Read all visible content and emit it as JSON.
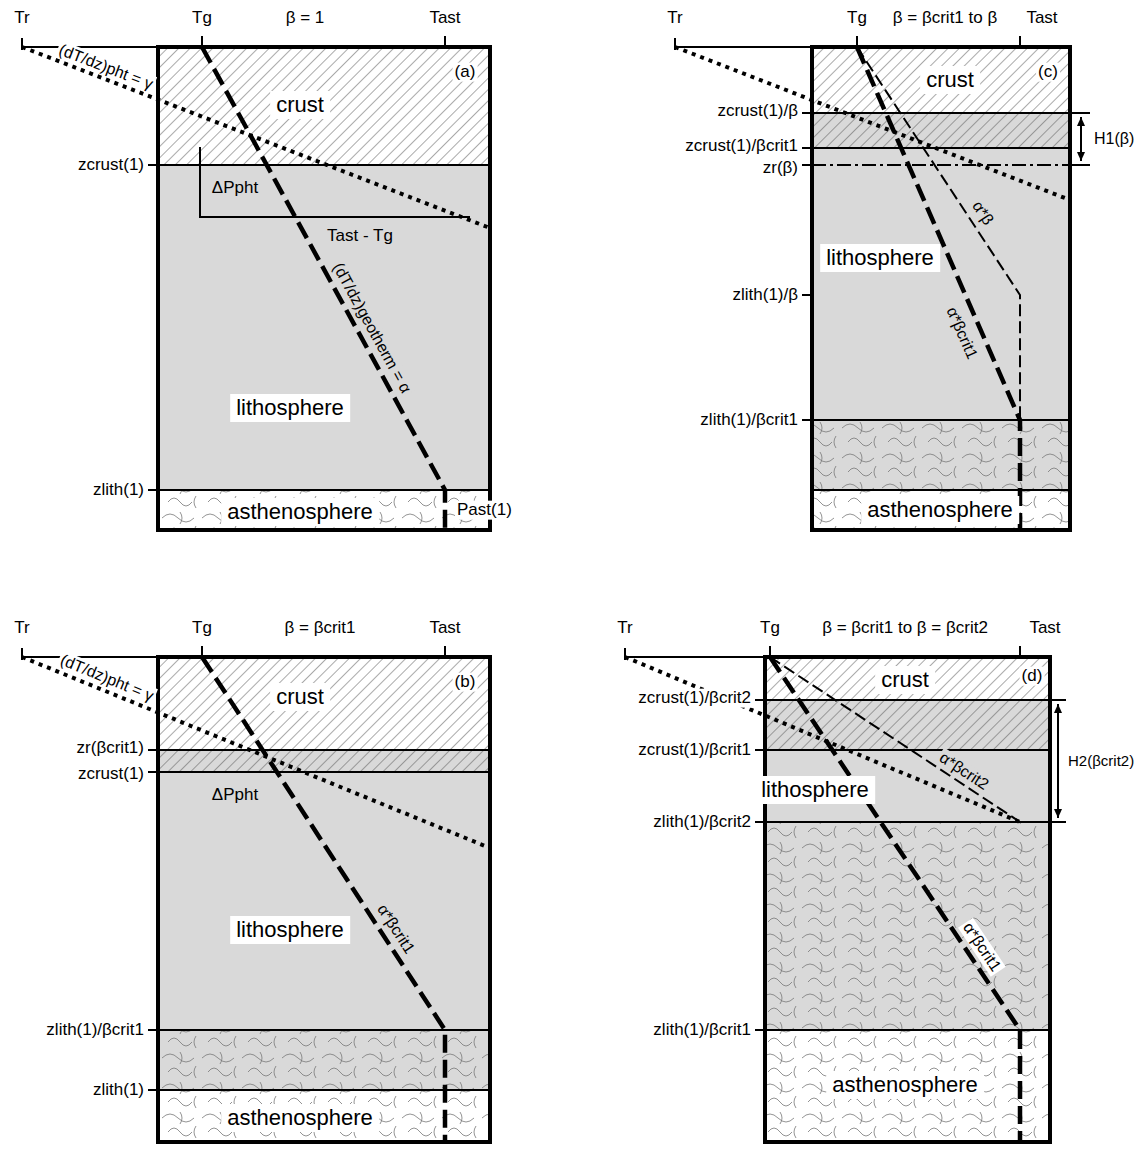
{
  "diagram": {
    "nodes": [
      {
        "text": [
          "crust"
        ]
      },
      {
        "text": [
          "lithosphere"
        ]
      },
      {
        "text": [
          "asthenosphere"
        ]
      },
      {
        "text": [
          "crust"
        ]
      },
      {
        "text": [
          "lithosphere"
        ]
      },
      {
        "text": [
          "asthenosphere"
        ]
      },
      {
        "text": [
          "crust"
        ]
      },
      {
        "text": [
          "lithosphere"
        ]
      },
      {
        "text": [
          "asthenosphere"
        ]
      },
      {
        "text": [
          "crust"
        ]
      },
      {
        "text": [
          "lithosphere"
        ]
      },
      {
        "text": [
          "asthenosphere"
        ]
      }
    ],
    "labels": [
      "Tr",
      "Tg",
      "β = 1",
      "Tast",
      "(a)",
      "(dT/dz)pht = γ",
      "zcrust(1)",
      "ΔPpht",
      "Tast - Tg",
      "(dT/dz)geotherm = α",
      "zlith(1)",
      "Past(1)",
      "Tr",
      "Tg",
      "β = βcrit1",
      "Tast",
      "(b)",
      "(dT/dz)pht = γ",
      "zr(βcrit1)",
      "zcrust(1)",
      "ΔPpht",
      "α*βcrit1",
      "zlith(1)/βcrit1",
      "zlith(1)",
      "Tr",
      "Tg",
      "β = βcrit1 to β",
      "Tast",
      "(c)",
      "zcrust(1)/β",
      "zcrust(1)/βcrit1",
      "zr(β)",
      "H1(β)",
      "α*β",
      "α*βcrit1",
      "zlith(1)/β",
      "zlith(1)/βcrit1",
      "Tr",
      "Tg",
      "β = βcrit1 to β = βcrit2",
      "Tast",
      "(d)",
      "zcrust(1)/βcrit2",
      "zcrust(1)/βcrit1",
      "H2(βcrit2)",
      "α*βcrit2",
      "α*βcrit1",
      "zlith(1)/βcrit2",
      "zlith(1)/βcrit1"
    ]
  }
}
